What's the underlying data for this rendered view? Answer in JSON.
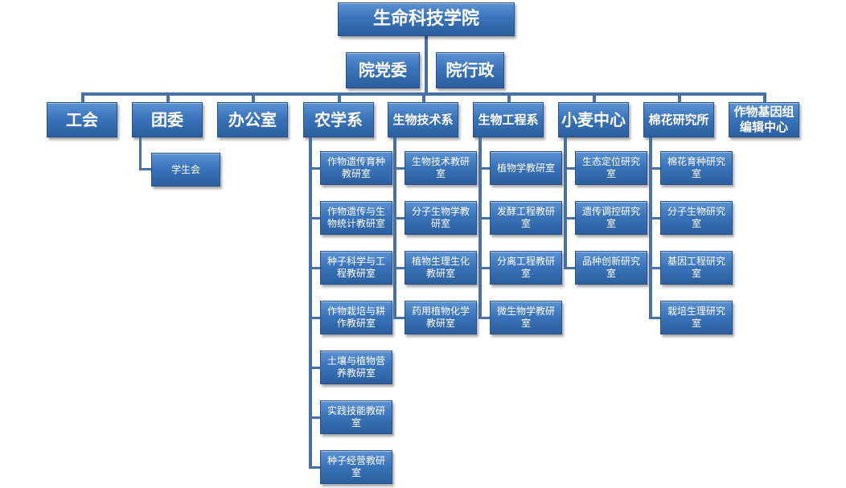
{
  "root": "生命科技学院",
  "committees": [
    "院党委",
    "院行政"
  ],
  "departments": [
    {
      "name": "工会",
      "children": []
    },
    {
      "name": "团委",
      "children": [
        "学生会"
      ]
    },
    {
      "name": "办公室",
      "children": []
    },
    {
      "name": "农学系",
      "children": [
        "作物遗传育种教研室",
        "作物遗传与生物统计教研室",
        "种子科学与工程教研室",
        "作物栽培与耕作教研室",
        "土壤与植物营养教研室",
        "实践技能教研室",
        "种子经营教研室"
      ]
    },
    {
      "name": "生物技术系",
      "children": [
        "生物技术教研室",
        "分子生物学教研室",
        "植物生理生化教研室",
        "药用植物化学教研室"
      ]
    },
    {
      "name": "生物工程系",
      "children": [
        "植物学教研室",
        "发酵工程教研室",
        "分离工程教研室",
        "微生物学教研室"
      ]
    },
    {
      "name": "小麦中心",
      "children": [
        "生态定位研究室",
        "遗传调控研究室",
        "品种创新研究室"
      ]
    },
    {
      "name": "棉花研究所",
      "children": [
        "棉花育种研究室",
        "分子生物研究室",
        "基因工程研究室",
        "栽培生理研究室"
      ]
    },
    {
      "name": "作物基因组编辑中心",
      "children": []
    }
  ],
  "colors": {
    "box": "#3b74bb",
    "line": "#4670a8"
  }
}
